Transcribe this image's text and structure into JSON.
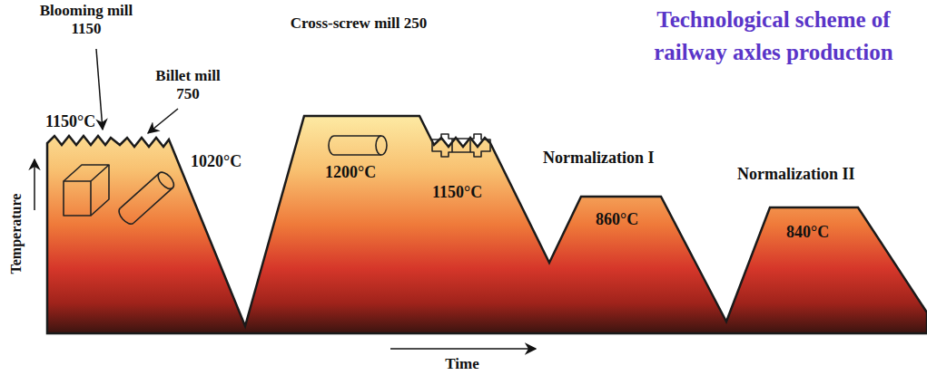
{
  "diagram": {
    "title": "Technological scheme of railway axles production",
    "labels": [
      "Blooming mill 1150",
      "Billet mill 750",
      "1150°C",
      "1020°C",
      "Cross-screw mill 250",
      "1200°C",
      "1150°C",
      "Normalization I",
      "860°C",
      "Normalization II",
      "840°C",
      "Temperature",
      "Time"
    ]
  }
}
